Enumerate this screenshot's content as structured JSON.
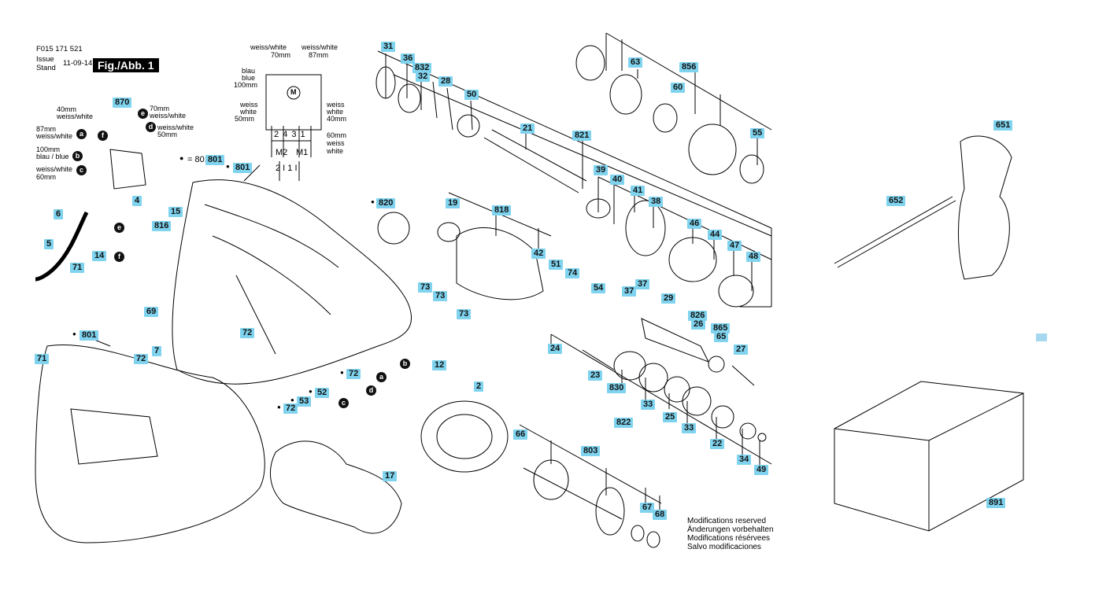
{
  "header": {
    "part_number": "F015 171 521",
    "issue_label": "Issue",
    "stand_label": "Stand",
    "date": "11-09-14",
    "figure": "Fig./Abb. 1"
  },
  "wiring_switch": {
    "items": [
      {
        "text": "40mm"
      },
      {
        "text": "weiss/white"
      },
      {
        "text": "70mm"
      },
      {
        "text": "weiss/white"
      },
      {
        "text": "87mm"
      },
      {
        "text": "weiss/white"
      },
      {
        "text": "weiss/white"
      },
      {
        "text": "50mm"
      },
      {
        "text": "100mm"
      },
      {
        "text": "blau / blue"
      },
      {
        "text": "weiss/white"
      },
      {
        "text": "60mm"
      }
    ],
    "badges": [
      "a",
      "f",
      "e",
      "d",
      "b",
      "c"
    ]
  },
  "wiring_motor": {
    "weiss_white": "weiss/white",
    "len70": "70mm",
    "len87": "87mm",
    "blau": "blau",
    "blue": "blue",
    "len100": "100mm",
    "weiss": "weiss",
    "white": "white",
    "len50": "50mm",
    "len40": "40mm",
    "len60": "60mm",
    "terminals": "2 4 3 1",
    "m2": "M2",
    "m1": "M1",
    "bottom_terms": "2 I 1 I",
    "motor_symbol": "M"
  },
  "legend_801": "= 801",
  "notes": [
    "Modifications reserved",
    "Änderungen vorbehalten",
    "Modifications résérvees",
    "Salvo modificaciones"
  ],
  "callouts": [
    {
      "id": "c870",
      "text": "870"
    },
    {
      "id": "c4",
      "text": "4"
    },
    {
      "id": "c6",
      "text": "6"
    },
    {
      "id": "c5",
      "text": "5"
    },
    {
      "id": "c15",
      "text": "15"
    },
    {
      "id": "c816",
      "text": "816"
    },
    {
      "id": "c14",
      "text": "14"
    },
    {
      "id": "c71a",
      "text": "71"
    },
    {
      "id": "c69",
      "text": "69"
    },
    {
      "id": "c801a",
      "text": "801"
    },
    {
      "id": "c801b",
      "text": "801"
    },
    {
      "id": "c801legend",
      "text": "801"
    },
    {
      "id": "c71b",
      "text": "71"
    },
    {
      "id": "c72a",
      "text": "72"
    },
    {
      "id": "c72b",
      "text": "72"
    },
    {
      "id": "c7",
      "text": "7"
    },
    {
      "id": "c72c",
      "text": "72"
    },
    {
      "id": "c72d",
      "text": "72"
    },
    {
      "id": "c53",
      "text": "53"
    },
    {
      "id": "c52",
      "text": "52"
    },
    {
      "id": "c31",
      "text": "31"
    },
    {
      "id": "c36",
      "text": "36"
    },
    {
      "id": "c832",
      "text": "832"
    },
    {
      "id": "c32",
      "text": "32"
    },
    {
      "id": "c28",
      "text": "28"
    },
    {
      "id": "c50",
      "text": "50"
    },
    {
      "id": "c21",
      "text": "21"
    },
    {
      "id": "c821",
      "text": "821"
    },
    {
      "id": "c63",
      "text": "63"
    },
    {
      "id": "c856",
      "text": "856"
    },
    {
      "id": "c60",
      "text": "60"
    },
    {
      "id": "c55",
      "text": "55"
    },
    {
      "id": "c39",
      "text": "39"
    },
    {
      "id": "c40",
      "text": "40"
    },
    {
      "id": "c41",
      "text": "41"
    },
    {
      "id": "c38",
      "text": "38"
    },
    {
      "id": "c46",
      "text": "46"
    },
    {
      "id": "c44",
      "text": "44"
    },
    {
      "id": "c47",
      "text": "47"
    },
    {
      "id": "c48",
      "text": "48"
    },
    {
      "id": "c820",
      "text": "820"
    },
    {
      "id": "c19",
      "text": "19"
    },
    {
      "id": "c818",
      "text": "818"
    },
    {
      "id": "c42",
      "text": "42"
    },
    {
      "id": "c73a",
      "text": "73"
    },
    {
      "id": "c73b",
      "text": "73"
    },
    {
      "id": "c73c",
      "text": "73"
    },
    {
      "id": "c51",
      "text": "51"
    },
    {
      "id": "c74",
      "text": "74"
    },
    {
      "id": "c54",
      "text": "54"
    },
    {
      "id": "c37a",
      "text": "37"
    },
    {
      "id": "c37b",
      "text": "37"
    },
    {
      "id": "c29",
      "text": "29"
    },
    {
      "id": "c826",
      "text": "826"
    },
    {
      "id": "c26",
      "text": "26"
    },
    {
      "id": "c865",
      "text": "865"
    },
    {
      "id": "c65",
      "text": "65"
    },
    {
      "id": "c27",
      "text": "27"
    },
    {
      "id": "c24",
      "text": "24"
    },
    {
      "id": "c23",
      "text": "23"
    },
    {
      "id": "c830",
      "text": "830"
    },
    {
      "id": "c33a",
      "text": "33"
    },
    {
      "id": "c25",
      "text": "25"
    },
    {
      "id": "c33b",
      "text": "33"
    },
    {
      "id": "c822",
      "text": "822"
    },
    {
      "id": "c22",
      "text": "22"
    },
    {
      "id": "c34",
      "text": "34"
    },
    {
      "id": "c49",
      "text": "49"
    },
    {
      "id": "c12",
      "text": "12"
    },
    {
      "id": "c2",
      "text": "2"
    },
    {
      "id": "c66",
      "text": "66"
    },
    {
      "id": "c803",
      "text": "803"
    },
    {
      "id": "c17",
      "text": "17"
    },
    {
      "id": "c67",
      "text": "67"
    },
    {
      "id": "c68",
      "text": "68"
    },
    {
      "id": "c651",
      "text": "651"
    },
    {
      "id": "c652",
      "text": "652"
    },
    {
      "id": "c891",
      "text": "891"
    }
  ],
  "colors": {
    "label_bg": "#7fd3ee",
    "ink": "#000000",
    "page_tab": "#a6d8f0"
  }
}
